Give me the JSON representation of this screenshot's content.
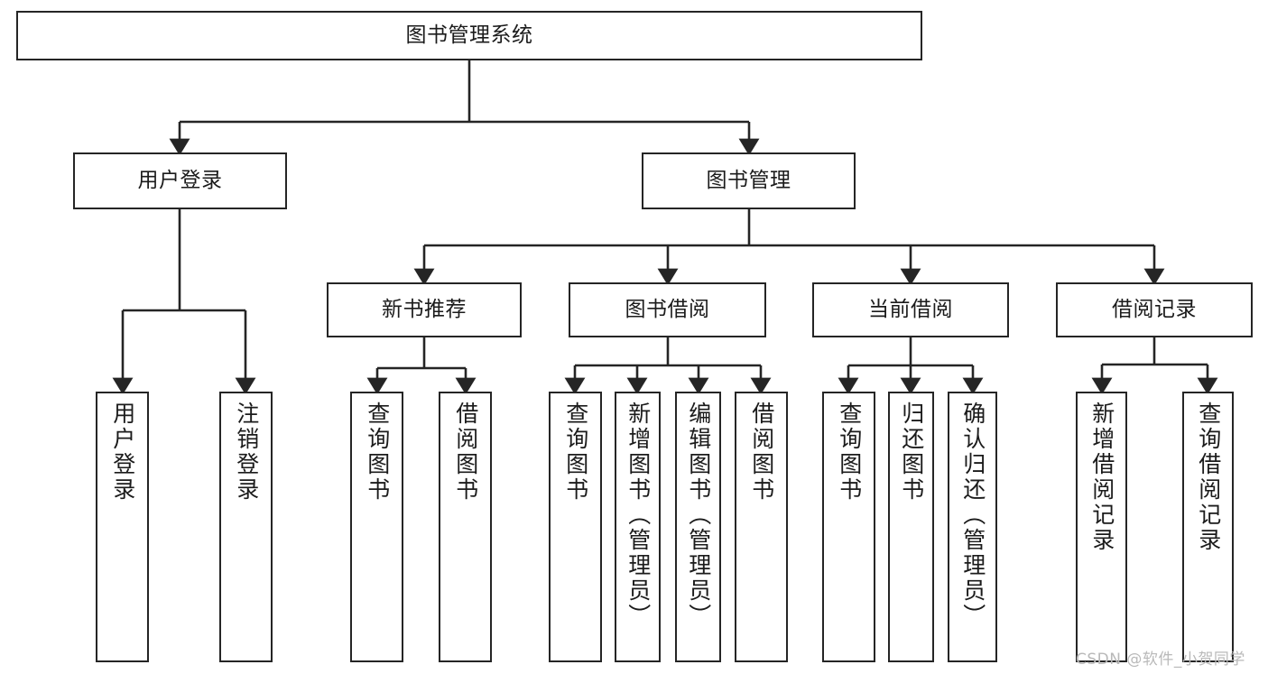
{
  "diagram": {
    "title": "图书管理系统",
    "type": "tree-hierarchy-chart",
    "root": {
      "label": "图书管理系统"
    },
    "level2": [
      {
        "label": "用户登录"
      },
      {
        "label": "图书管理"
      }
    ],
    "level3": [
      {
        "label": "新书推荐"
      },
      {
        "label": "图书借阅"
      },
      {
        "label": "当前借阅"
      },
      {
        "label": "借阅记录"
      }
    ],
    "leaves": [
      {
        "label": "用户登录"
      },
      {
        "label": "注销登录"
      },
      {
        "label": "查询图书"
      },
      {
        "label": "借阅图书"
      },
      {
        "label": "查询图书"
      },
      {
        "label": "新增图书（管理员）"
      },
      {
        "label": "编辑图书（管理员）"
      },
      {
        "label": "借阅图书"
      },
      {
        "label": "查询图书"
      },
      {
        "label": "归还图书"
      },
      {
        "label": "确认归还（管理员）"
      },
      {
        "label": "新增借阅记录"
      },
      {
        "label": "查询借阅记录"
      }
    ]
  },
  "watermark": {
    "text": "CSDN @软件_小贺同学"
  },
  "colors": {
    "stroke": "#252525",
    "box_fill": "#ffffff",
    "text": "#1b1b1b",
    "watermark": "#b9b9b9",
    "background": "#ffffff"
  }
}
